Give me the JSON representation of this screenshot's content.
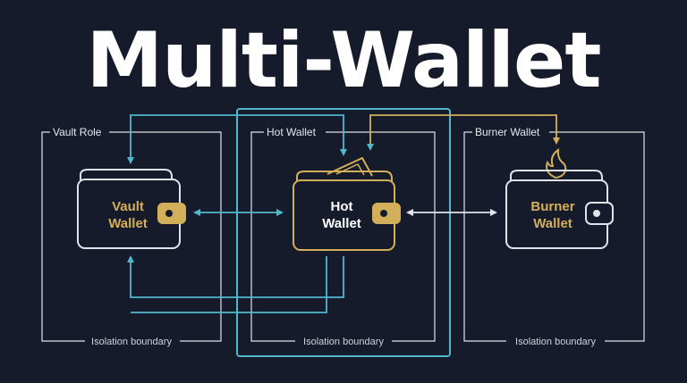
{
  "title": "Multi-Wallet",
  "zones": {
    "vault": {
      "label": "Vault Role",
      "boundary": "Isolation boundary"
    },
    "hot": {
      "label": "Hot Wallet",
      "boundary": "Isolation boundary"
    },
    "burner": {
      "label": "Burner Wallet",
      "boundary": "Isolation boundary"
    }
  },
  "wallets": {
    "vault": {
      "line1": "Vault",
      "line2": "Wallet"
    },
    "hot": {
      "line1": "Hot",
      "line2": "Wallet"
    },
    "burner": {
      "line1": "Burner",
      "line2": "Wallet"
    }
  },
  "colors": {
    "background": "#151b2b",
    "outline": "#dfe3ea",
    "gold": "#d4af5a",
    "teal": "#4fb8cc"
  }
}
